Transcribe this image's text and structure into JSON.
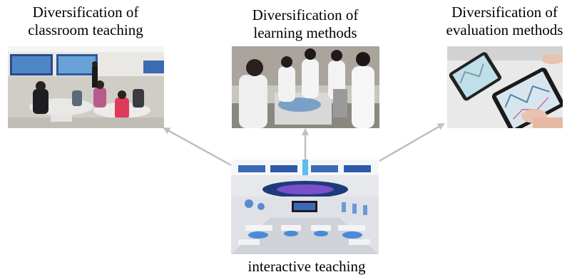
{
  "nodes": {
    "classroom": {
      "line1": "Diversification of",
      "line2": "classroom teaching"
    },
    "learning": {
      "line1": "Diversification of",
      "line2": "learning methods"
    },
    "evaluation": {
      "line1": "Diversification of",
      "line2": "evaluation methods"
    },
    "center": {
      "label": "interactive teaching"
    }
  },
  "colors": {
    "arrow": "#c0c0c0"
  }
}
